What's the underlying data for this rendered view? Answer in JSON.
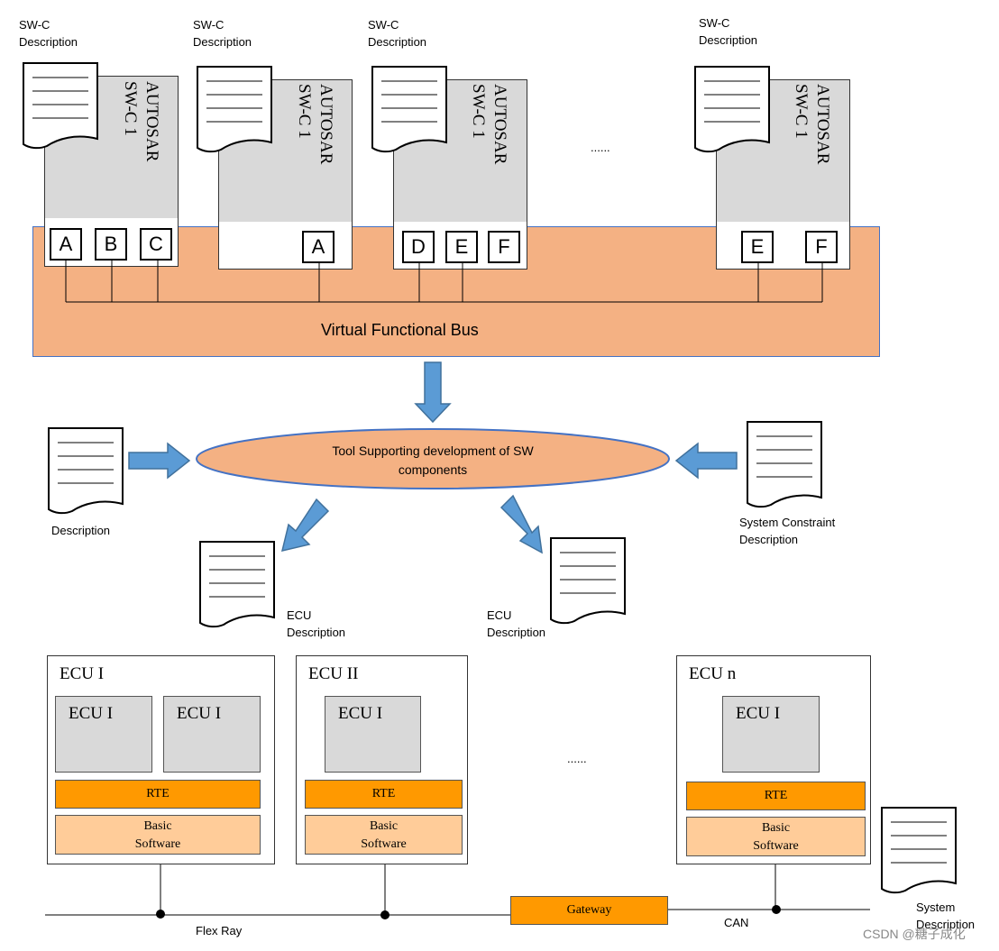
{
  "swc_description_label": "SW-C\nDescription",
  "swc_component_name": "AUTOSAR\nSW-C 1",
  "ports": {
    "swc1": [
      "A",
      "B",
      "C"
    ],
    "swc2": [
      "A"
    ],
    "swc3": [
      "D",
      "E",
      "F"
    ],
    "swc4": [
      "E",
      "F"
    ]
  },
  "ellipsis": "......",
  "vfb_label": "Virtual Functional Bus",
  "tool_label": "Tool Supporting development of SW\ncomponents",
  "description_label": "Description",
  "system_constraint_label": "System Constraint\nDescription",
  "ecu_description_label": "ECU\nDescription",
  "ecus": [
    {
      "title": "ECU I",
      "components": [
        "ECU I",
        "ECU I"
      ]
    },
    {
      "title": "ECU II",
      "components": [
        "ECU I"
      ]
    },
    {
      "title": "ECU n",
      "components": [
        "ECU I"
      ]
    }
  ],
  "rte_label": "RTE",
  "basic_software_label": "Basic\nSoftware",
  "gateway_label": "Gateway",
  "flexray_label": "Flex Ray",
  "can_label": "CAN",
  "system_description_label": "System\nDescription",
  "watermark": "CSDN @糖子成化",
  "colors": {
    "vfb_fill": "#f4b183",
    "tool_fill": "#f4b183",
    "arrow_fill": "#5b9bd5",
    "rte_fill": "#ff9900",
    "bsw_fill": "#ffcc99",
    "gateway_fill": "#ff9900",
    "component_fill": "#d9d9d9"
  }
}
